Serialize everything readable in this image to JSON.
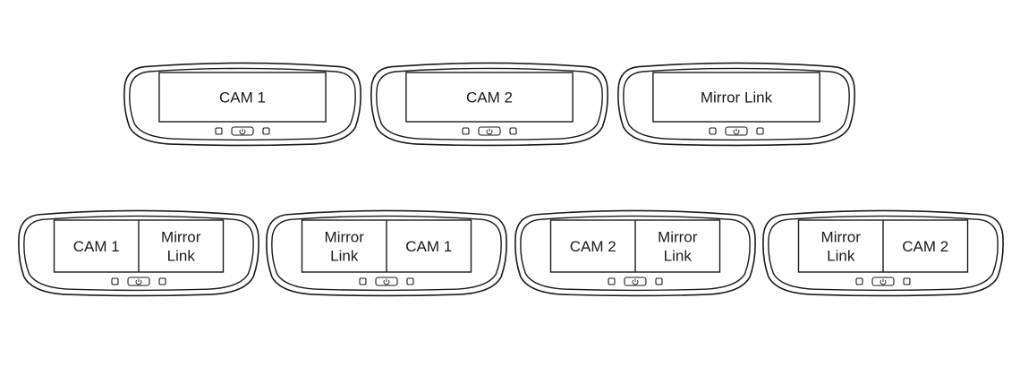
{
  "mirrors": [
    {
      "panes": [
        {
          "lines": [
            "CAM 1"
          ]
        }
      ]
    },
    {
      "panes": [
        {
          "lines": [
            "CAM 2"
          ]
        }
      ]
    },
    {
      "panes": [
        {
          "lines": [
            "Mirror Link"
          ]
        }
      ]
    },
    {
      "panes": [
        {
          "lines": [
            "CAM 1"
          ]
        },
        {
          "lines": [
            "Mirror",
            "Link"
          ]
        }
      ]
    },
    {
      "panes": [
        {
          "lines": [
            "Mirror",
            "Link"
          ]
        },
        {
          "lines": [
            "CAM 1"
          ]
        }
      ]
    },
    {
      "panes": [
        {
          "lines": [
            "CAM 2"
          ]
        },
        {
          "lines": [
            "Mirror",
            "Link"
          ]
        }
      ]
    },
    {
      "panes": [
        {
          "lines": [
            "Mirror",
            "Link"
          ]
        },
        {
          "lines": [
            "CAM 2"
          ]
        }
      ]
    }
  ],
  "colors": {
    "stroke": "#1a1a1a",
    "fill": "#ffffff"
  },
  "icons": {
    "control_button": "power-button-icon"
  }
}
